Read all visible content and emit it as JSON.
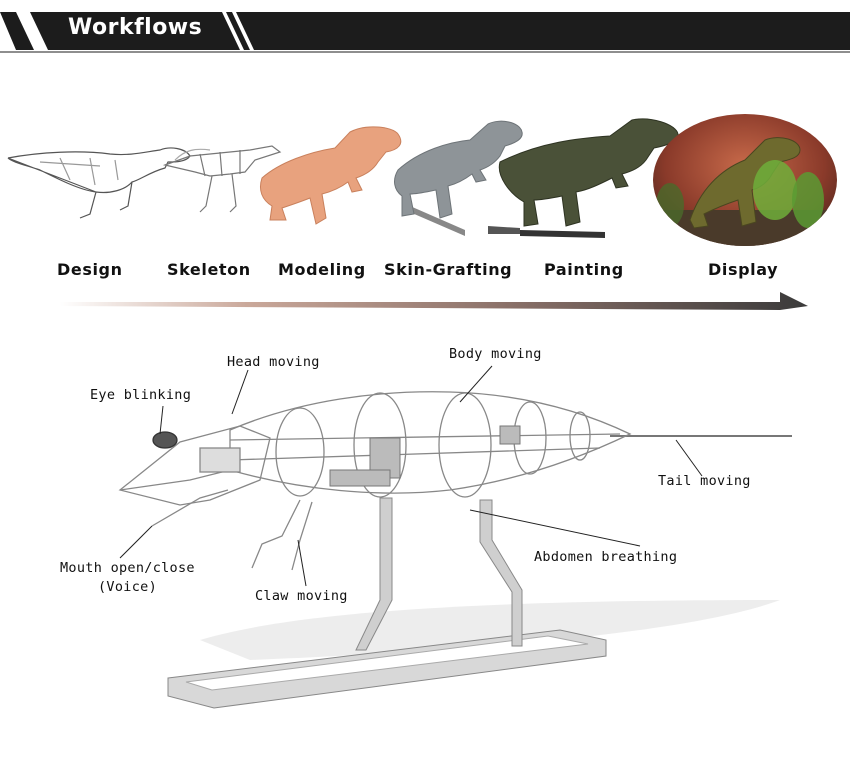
{
  "header": {
    "title": "Workflows",
    "bar_color": "#1c1c1c"
  },
  "workflow": {
    "stages": [
      {
        "label": "Design"
      },
      {
        "label": "Skeleton"
      },
      {
        "label": "Modeling"
      },
      {
        "label": "Skin-Grafting"
      },
      {
        "label": "Painting"
      },
      {
        "label": "Display"
      }
    ],
    "arrow_color": "#3a3a3a"
  },
  "callouts": {
    "head": "Head moving",
    "body": "Body moving",
    "eye": "Eye blinking",
    "tail": "Tail moving",
    "abdomen": "Abdomen breathing",
    "mouth_line1": "Mouth open/close",
    "mouth_line2": "(Voice)",
    "claw": "Claw moving"
  }
}
